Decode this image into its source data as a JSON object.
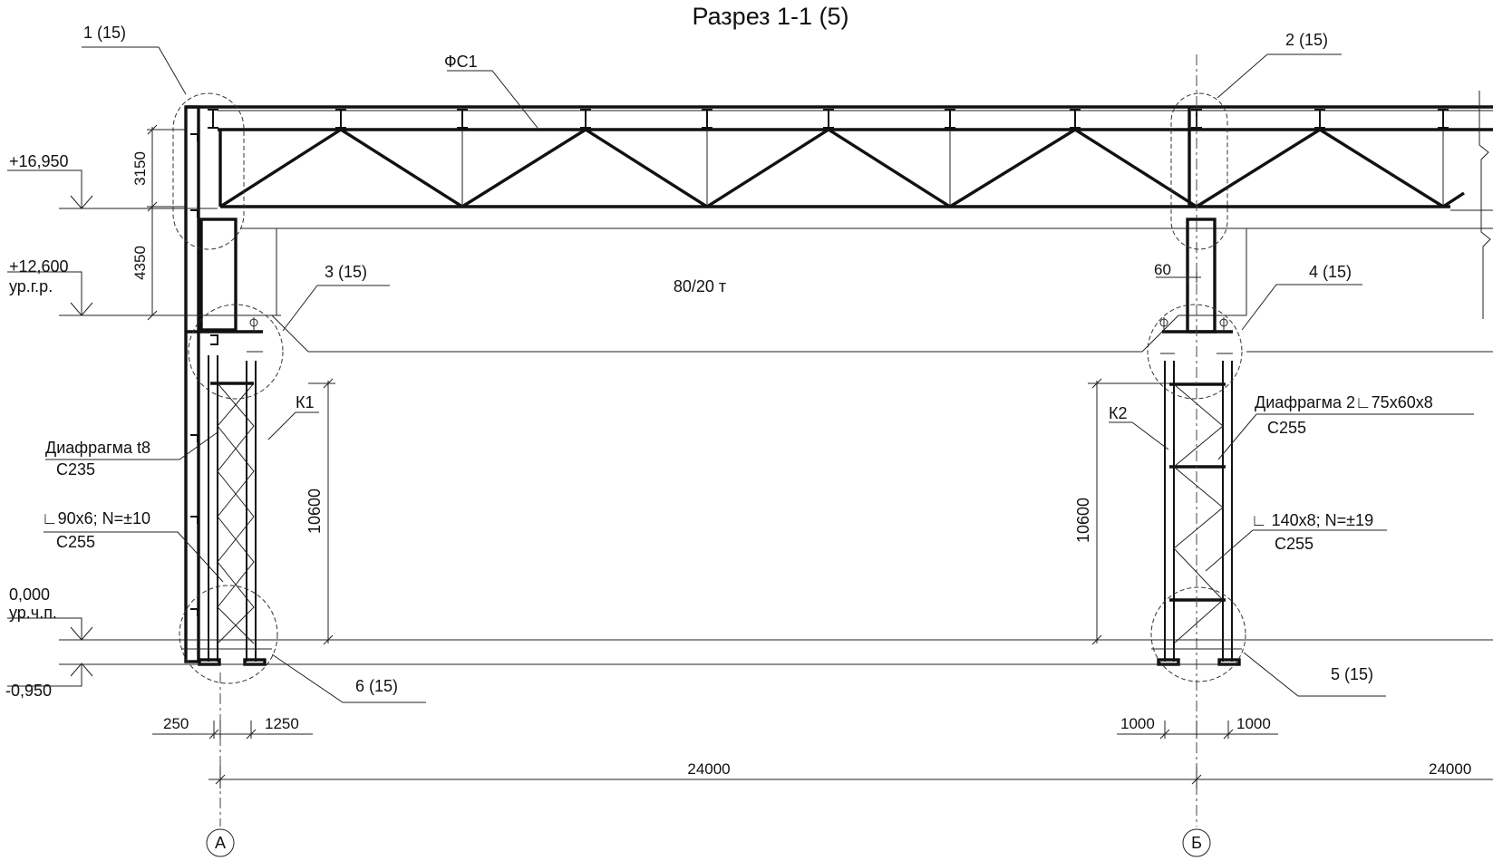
{
  "title": "Разрез 1-1 (5)",
  "nodes": {
    "n1": "1 (15)",
    "n2": "2 (15)",
    "n3": "3 (15)",
    "n4": "4 (15)",
    "n5": "5 (15)",
    "n6": "6 (15)"
  },
  "truss": {
    "label": "ФС1"
  },
  "crane": {
    "label": "80/20 т"
  },
  "columns": {
    "k1": "К1",
    "k2": "К2"
  },
  "levels": {
    "top": "+16,950",
    "crane_value": "+12,600",
    "crane_note": "ур.г.р.",
    "zero_value": "0,000",
    "zero_note": "ур.ч.п.",
    "bottom": "-0,950"
  },
  "callouts": {
    "diaphragm1_name": "Диафрагма t8",
    "diaphragm1_steel": "С235",
    "brace1_section": "∟90х6; N=±10",
    "brace1_steel": "С255",
    "diaphragm2_name": "Диафрагма 2∟75х60х8",
    "diaphragm2_steel": "С255",
    "brace2_section": "∟ 140х8; N=±19",
    "brace2_steel": "С255"
  },
  "dimensions": {
    "truss_height": "3150",
    "upper_column": "4350",
    "lower_column_left": "10600",
    "lower_column_right": "10600",
    "offset_60": "60",
    "left_250": "250",
    "left_1250": "1250",
    "right_1000_a": "1000",
    "right_1000_b": "1000",
    "span_1": "24000",
    "span_2": "24000"
  },
  "axes": {
    "a": "А",
    "b": "Б"
  }
}
